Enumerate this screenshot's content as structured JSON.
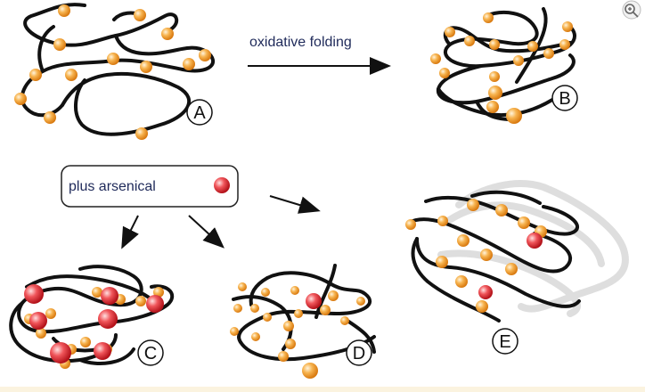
{
  "labels": {
    "arrow_text": "oxidative folding",
    "callout": "plus arsenical",
    "panel_a": "A",
    "panel_b": "B",
    "panel_c": "C",
    "panel_d": "D",
    "panel_e": "E"
  },
  "icons": {
    "zoom": "zoom-in-icon"
  },
  "colors": {
    "chain": "#111111",
    "cysteine": "#f3a43a",
    "arsenical": "#e8262b",
    "callout_border": "#222222",
    "text": "#1f2a5a",
    "bottom_strip": "#fbf3df"
  }
}
